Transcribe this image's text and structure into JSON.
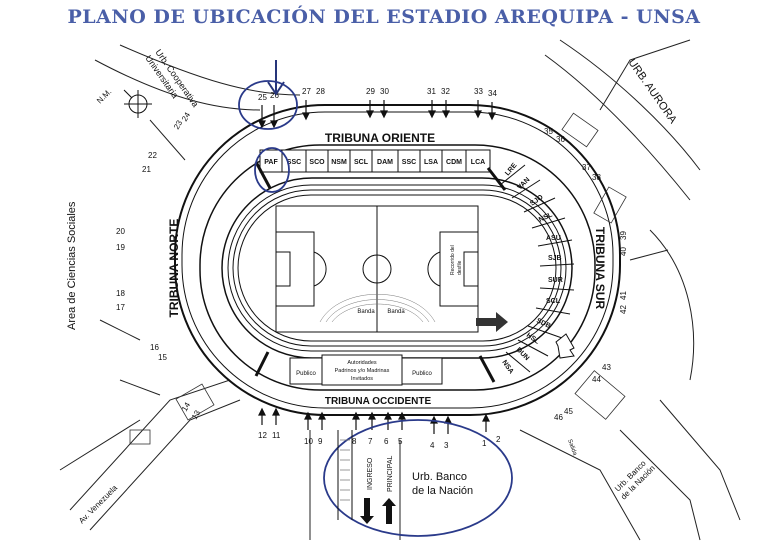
{
  "title": "PLANO DE UBICACIÓN DEL ESTADIO AREQUIPA - UNSA",
  "labels": {
    "tribuna_oriente": "TRIBUNA ORIENTE",
    "tribuna_occidente": "TRIBUNA OCCIDENTE",
    "tribuna_norte": "TRIBUNA NORTE",
    "tribuna_sur": "TRIBUNA SUR",
    "urb_aurora": "URB. AURORA",
    "urb_cooperativa_1": "Urb. Cooperativa",
    "urb_cooperativa_2": "Universitaria",
    "area_ciencias": "Area de Ciencias Sociales",
    "av_venezuela": "Av. Venezuela",
    "urb_banco_1": "Urb. Banco",
    "urb_banco_2": "de la Nación",
    "urb_banco_right_1": "Urb. Banco",
    "urb_banco_right_2": "de la Nación",
    "nm": "N.M.",
    "ingreso": "INGRESO",
    "principal": "PRINCIPAL",
    "publico_left": "Publico",
    "publico_right": "Publico",
    "autoridades_1": "Autoridades",
    "autoridades_2": "Padrinos y/o Madrinas",
    "autoridades_3": "Invitados",
    "banda_left": "Banda",
    "banda_right": "Banda",
    "recorrido_1": "Recorrido del",
    "recorrido_2": "desfile",
    "salida": "Salida"
  },
  "sections_top": [
    "PAF",
    "SSC",
    "SCO",
    "NSM",
    "SCL",
    "DAM",
    "SSC",
    "LSA",
    "CDM",
    "LCA"
  ],
  "sections_right": [
    "LRE",
    "VAN",
    "SJO",
    "NSL",
    "ASU",
    "SJB",
    "SUR",
    "SCL",
    "SDB",
    "HSL",
    "DUN",
    "NSA"
  ],
  "gates": {
    "top": [
      "25",
      "26",
      "27",
      "28",
      "29",
      "30",
      "31",
      "32",
      "33",
      "34"
    ],
    "right": [
      "35",
      "36",
      "37",
      "38",
      "39",
      "40",
      "41",
      "42",
      "43",
      "44",
      "45",
      "46"
    ],
    "bottom": [
      "1",
      "2",
      "3",
      "4",
      "5",
      "6",
      "7",
      "8",
      "9",
      "10",
      "11",
      "12"
    ],
    "left": [
      "13",
      "14",
      "15",
      "16",
      "17",
      "18",
      "19",
      "20",
      "21",
      "22",
      "23",
      "24"
    ]
  }
}
